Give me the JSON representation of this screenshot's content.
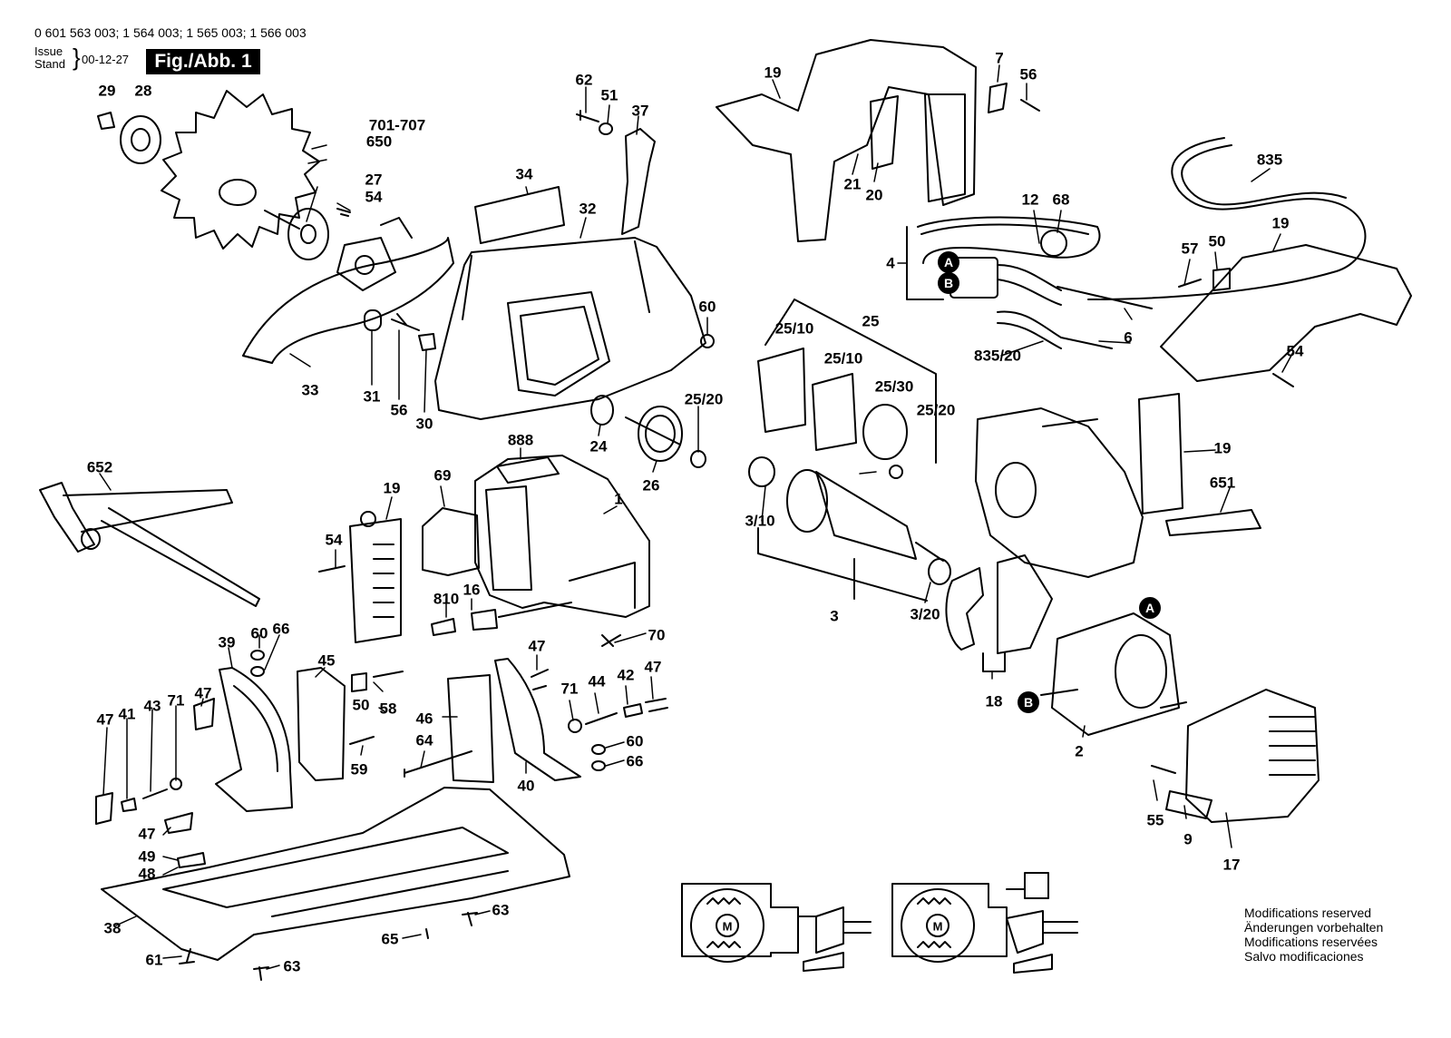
{
  "header": {
    "part_codes": "0 601 563 003; 1 564 003; 1 565 003; 1 566 003",
    "issue_en": "Issue",
    "issue_de": "Stand",
    "issue_date": "00-12-27",
    "figure_label": "Fig./Abb. 1"
  },
  "modifications": [
    "Modifications reserved",
    "Änderungen vorbehalten",
    "Modifications reservées",
    "Salvo modificaciones"
  ],
  "connectors": {
    "a": "A",
    "b": "B"
  },
  "callouts": {
    "c29": "29",
    "c28": "28",
    "c701": "701-707",
    "c650": "650",
    "c27": "27",
    "c54a": "54",
    "c33": "33",
    "c31": "31",
    "c56a": "56",
    "c30": "30",
    "c62": "62",
    "c51": "51",
    "c37": "37",
    "c34": "34",
    "c32": "32",
    "c60a": "60",
    "c24": "24",
    "c2520a": "25/20",
    "c26": "26",
    "c19a": "19",
    "c21": "21",
    "c20": "20",
    "c7": "7",
    "c56b": "56",
    "c12": "12",
    "c68": "68",
    "c4": "4",
    "c835": "835",
    "c19b": "19",
    "c57": "57",
    "c50a": "50",
    "c6": "6",
    "c83520": "835/20",
    "c54b": "54",
    "c25": "25",
    "c2510a": "25/10",
    "c2510b": "25/10",
    "c2530": "25/30",
    "c2520b": "25/20",
    "c310": "3/10",
    "c3": "3",
    "c320": "3/20",
    "c18": "18",
    "c2": "2",
    "c19c": "19",
    "c651": "651",
    "c55": "55",
    "c9": "9",
    "c17": "17",
    "c652": "652",
    "c888": "888",
    "c69": "69",
    "c19d": "19",
    "c1": "1",
    "c54c": "54",
    "c810": "810",
    "c16": "16",
    "c70": "70",
    "c39": "39",
    "c60b": "60",
    "c66a": "66",
    "c45": "45",
    "c47a": "47",
    "c47b": "47",
    "c41": "41",
    "c43": "43",
    "c71a": "71",
    "c50b": "50",
    "c58": "58",
    "c59": "59",
    "c47c": "47",
    "c46": "46",
    "c64": "64",
    "c71b": "71",
    "c44": "44",
    "c42": "42",
    "c47d": "47",
    "c60c": "60",
    "c66b": "66",
    "c40": "40",
    "c47e": "47",
    "c49": "49",
    "c48": "48",
    "c38": "38",
    "c61": "61",
    "c63a": "63",
    "c65": "65",
    "c63b": "63"
  }
}
